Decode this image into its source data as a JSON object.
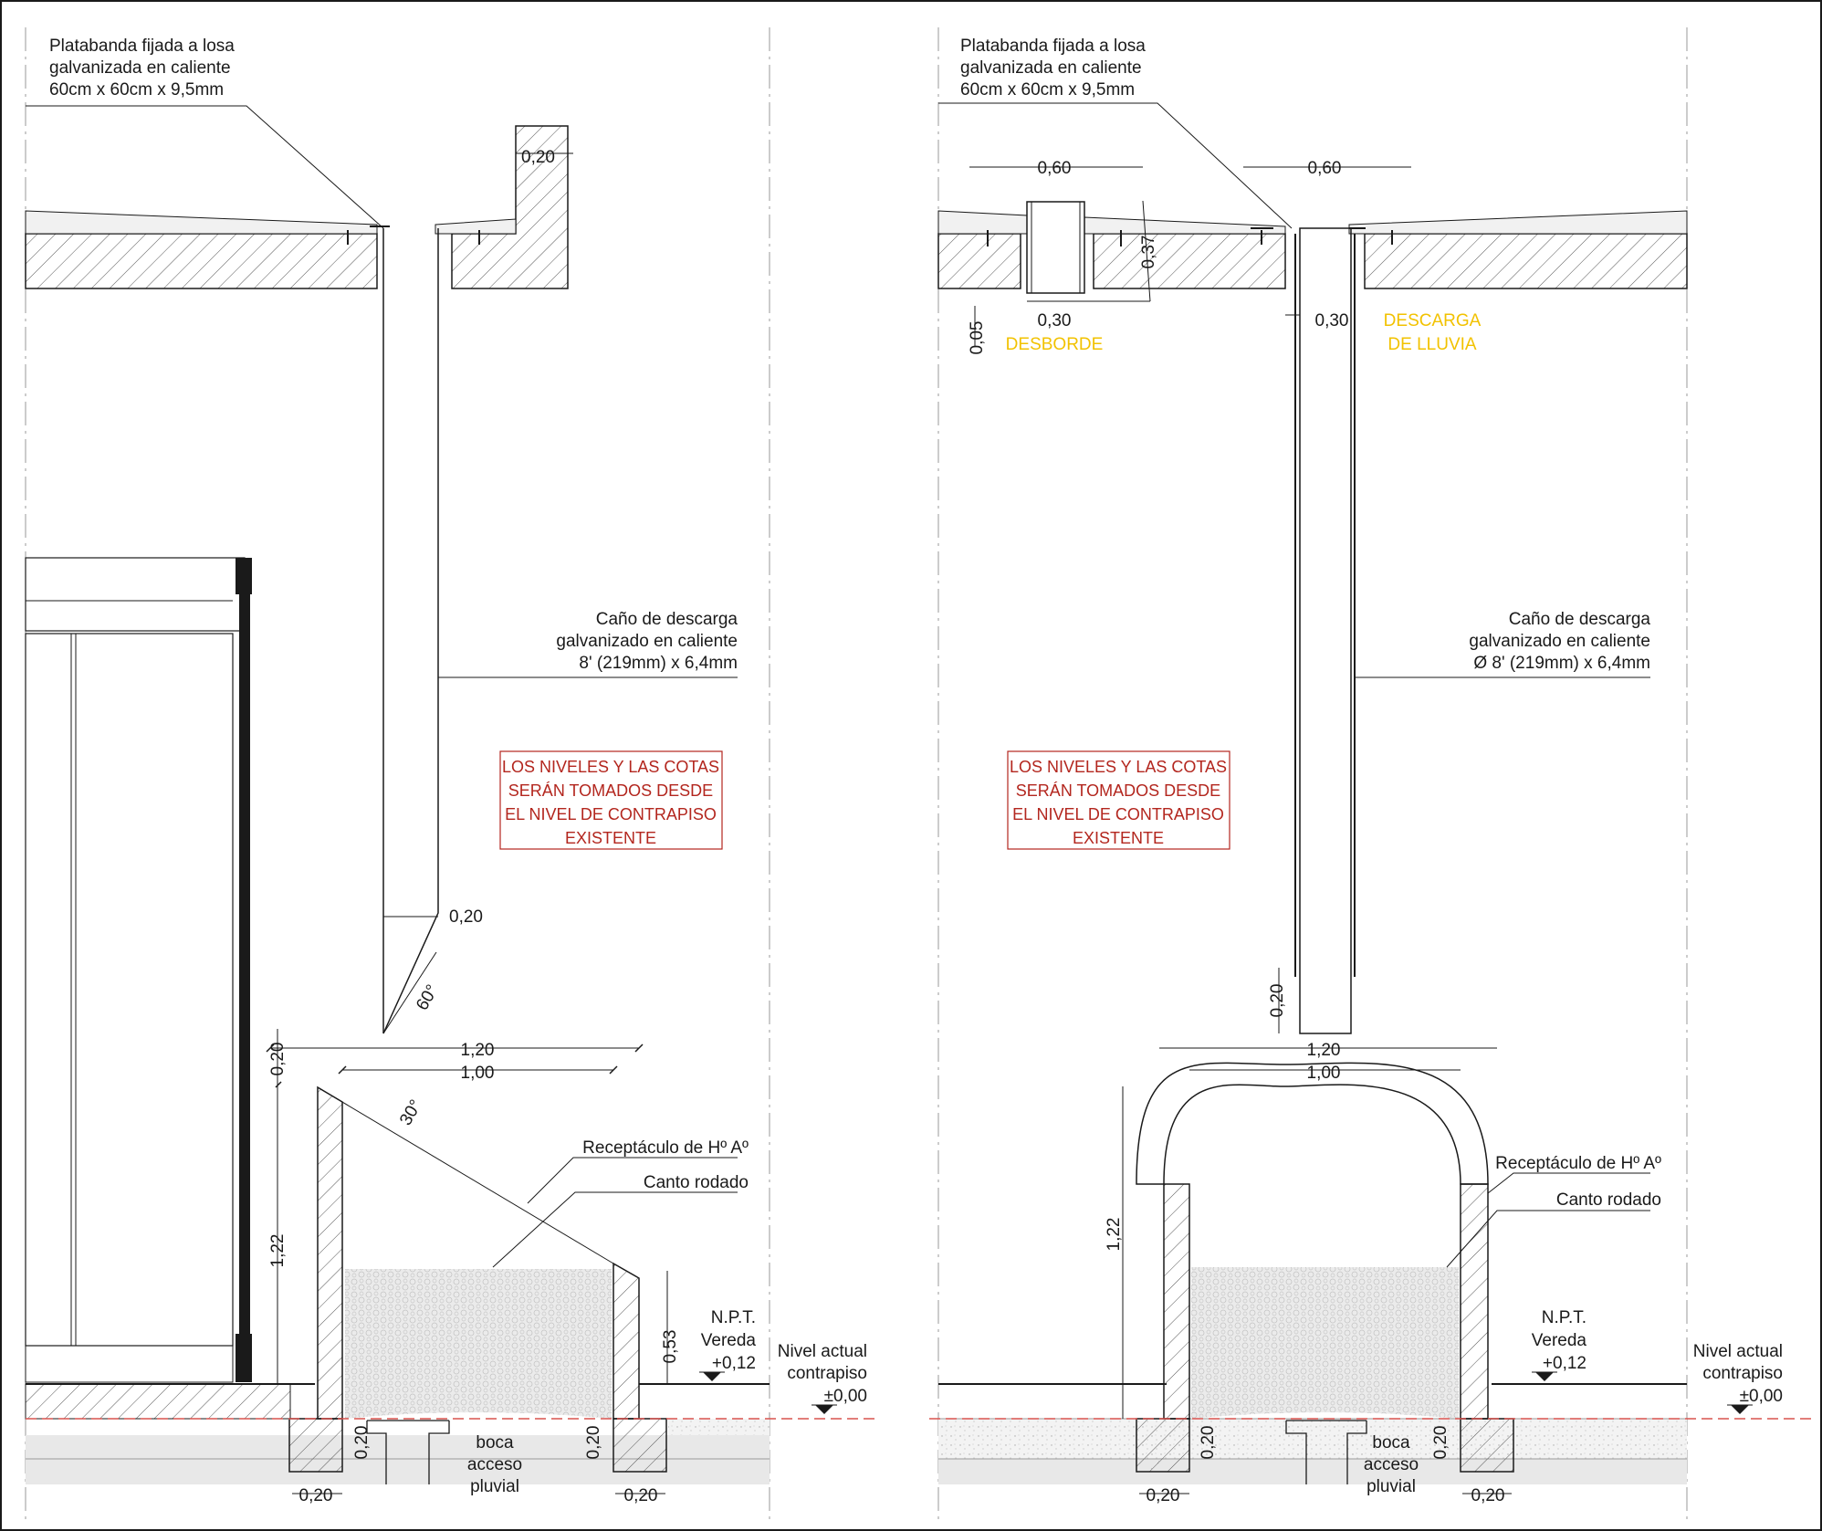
{
  "colors": {
    "line": "#1a1a1a",
    "note_red": "#b3261e",
    "label_yellow": "#f2c200",
    "datum_dash": "#d9534f",
    "gravel": "#e6e6e6",
    "ground": "#e8e8e8"
  },
  "left": {
    "platabanda": [
      "Platabanda fijada a losa",
      "galvanizada en caliente",
      "60cm x 60cm x 9,5mm"
    ],
    "cano": [
      "Caño de descarga",
      "galvanizado en caliente",
      "8' (219mm) x 6,4mm"
    ],
    "note": [
      "LOS NIVELES Y LAS COTAS",
      "SERÁN TOMADOS DESDE",
      "EL NIVEL DE CONTRAPISO",
      "EXISTENTE"
    ],
    "receptaculo": "Receptáculo de Hº Aº",
    "canto": "Canto rodado",
    "npt": [
      "N.P.T.",
      "Vereda",
      "+0,12"
    ],
    "nivel": [
      "Nivel actual",
      "contrapiso",
      "±0,00"
    ],
    "boca": [
      "boca",
      "acceso",
      "pluvial"
    ],
    "dims": {
      "parapet": "0,20",
      "pipe_w": "0,20",
      "angle60": "60°",
      "angle30": "30°",
      "w120": "1,20",
      "w100": "1,00",
      "h020": "0,20",
      "h122": "1,22",
      "h053": "0,53",
      "wall_l": "0,20",
      "wall_r": "0,20",
      "found_l": "0,20",
      "found_r": "0,20"
    }
  },
  "right": {
    "platabanda": [
      "Platabanda fijada a losa",
      "galvanizada en caliente",
      "60cm x 60cm x 9,5mm"
    ],
    "cano": [
      "Caño de descarga",
      "galvanizado en caliente",
      "Ø 8' (219mm) x 6,4mm"
    ],
    "note": [
      "LOS NIVELES Y LAS COTAS",
      "SERÁN TOMADOS DESDE",
      "EL NIVEL DE CONTRAPISO",
      "EXISTENTE"
    ],
    "desborde": "DESBORDE",
    "descarga": [
      "DESCARGA",
      "DE LLUVIA"
    ],
    "receptaculo": "Receptáculo de Hº Aº",
    "canto": "Canto rodado",
    "npt": [
      "N.P.T.",
      "Vereda",
      "+0,12"
    ],
    "nivel": [
      "Nivel actual",
      "contrapiso",
      "±0,00"
    ],
    "boca": [
      "boca",
      "acceso",
      "pluvial"
    ],
    "dims": {
      "w060a": "0,60",
      "w060b": "0,60",
      "h037": "0,37",
      "w030a": "0,30",
      "h005": "0,05",
      "w030b": "0,30",
      "pipe_h": "0,20",
      "w120": "1,20",
      "w100": "1,00",
      "h122": "1,22",
      "wall_l": "0,20",
      "wall_r": "0,20",
      "found_l": "0,20",
      "found_r": "0,20"
    }
  }
}
